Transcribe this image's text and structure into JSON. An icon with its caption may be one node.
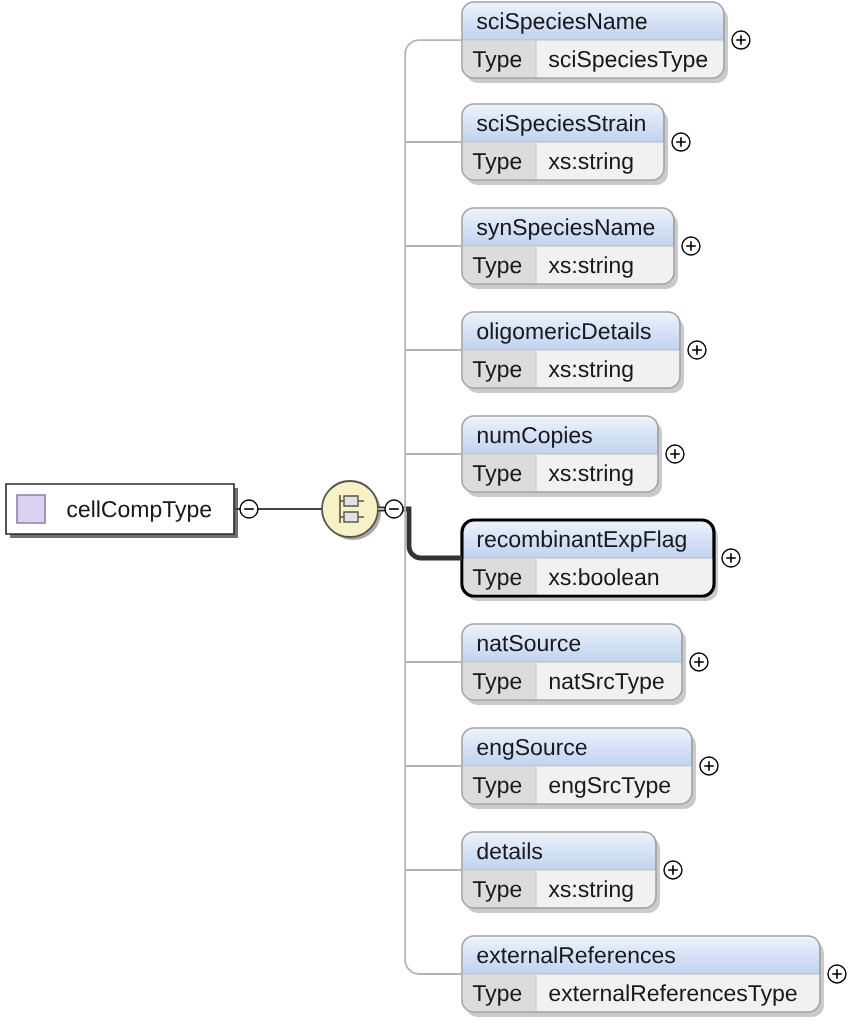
{
  "diagram": {
    "nodes": [
      {
        "text": [
          "cellCompType"
        ]
      },
      {
        "text": [],
        "shape": "circle"
      },
      {
        "text": [
          "sciSpeciesName",
          "Type",
          "sciSpeciesType"
        ]
      },
      {
        "text": [
          "sciSpeciesStrain",
          "Type",
          "xs:string"
        ]
      },
      {
        "text": [
          "synSpeciesName",
          "Type",
          "xs:string"
        ]
      },
      {
        "text": [
          "oligomericDetails",
          "Type",
          "xs:string"
        ]
      },
      {
        "text": [
          "numCopies",
          "Type",
          "xs:string"
        ]
      },
      {
        "text": [
          "recombinantExpFlag",
          "Type",
          "xs:boolean"
        ]
      },
      {
        "text": [
          "natSource",
          "Type",
          "natSrcType"
        ]
      },
      {
        "text": [
          "engSource",
          "Type",
          "engSrcType"
        ]
      },
      {
        "text": [
          "details",
          "Type",
          "xs:string"
        ]
      },
      {
        "text": [
          "externalReferences",
          "Type",
          "externalReferencesType"
        ]
      }
    ],
    "edges": [
      {
        "from": 0,
        "to": 1,
        "arrow": "none",
        "color": "#444444"
      },
      {
        "from": 1,
        "to": 2,
        "arrow": "none"
      },
      {
        "from": 1,
        "to": 3,
        "arrow": "none"
      },
      {
        "from": 1,
        "to": 4,
        "arrow": "none"
      },
      {
        "from": 1,
        "to": 5,
        "arrow": "none"
      },
      {
        "from": 1,
        "to": 6,
        "arrow": "none"
      },
      {
        "from": 1,
        "to": 7,
        "arrow": "none",
        "style": "thick",
        "color": "#333333"
      },
      {
        "from": 1,
        "to": 8,
        "arrow": "none"
      },
      {
        "from": 1,
        "to": 9,
        "arrow": "none"
      },
      {
        "from": 1,
        "to": 10,
        "arrow": "none"
      },
      {
        "from": 1,
        "to": 11,
        "arrow": "none"
      }
    ]
  }
}
